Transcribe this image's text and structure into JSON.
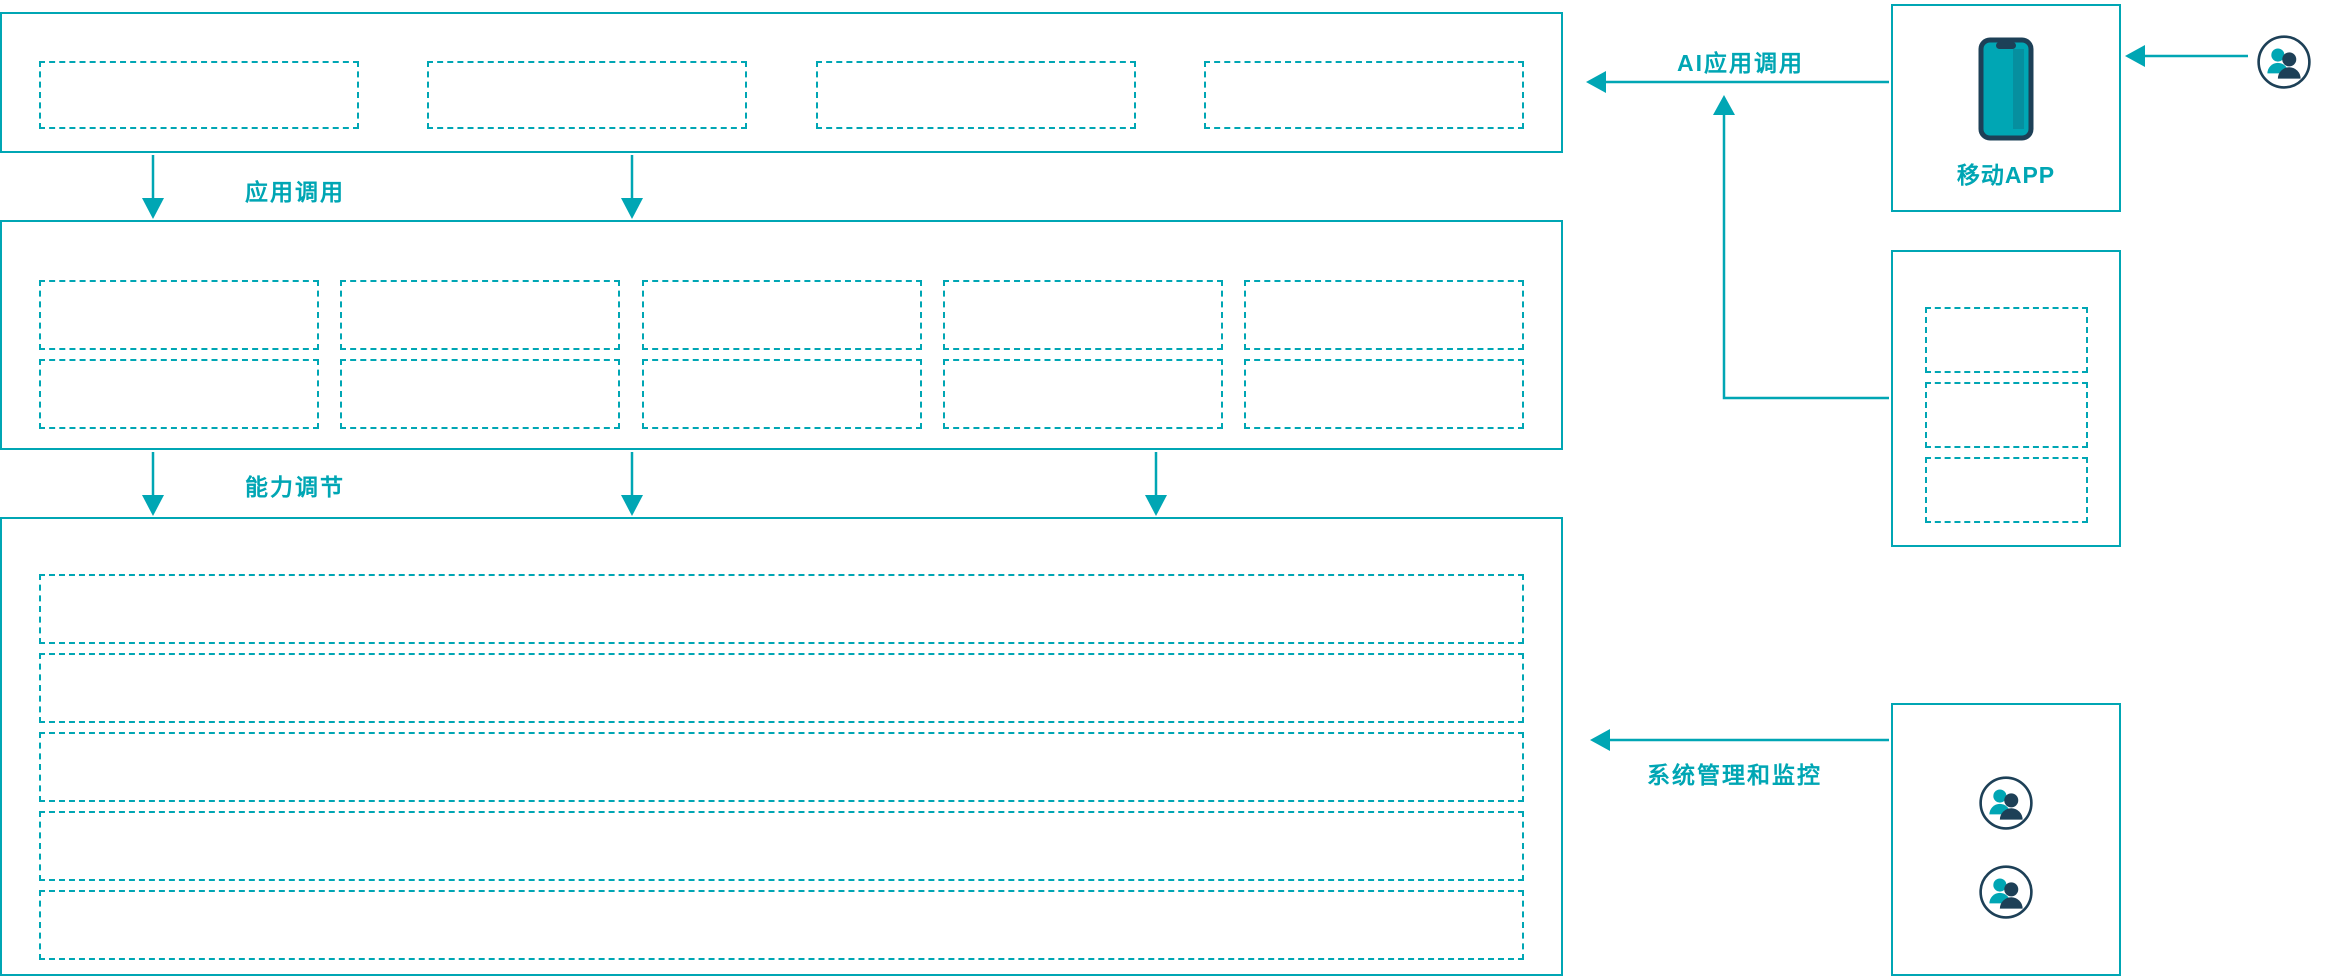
{
  "diagram": {
    "flow_labels": {
      "app_call": "应用调用",
      "capability_adjust": "能力调节"
    },
    "arrow_labels": {
      "ai_app_call": "AI应用调用",
      "system_monitor": "系统管理和监控"
    },
    "right_panel": {
      "mobile_app_label": "移动APP"
    },
    "colors": {
      "teal": "#00a6b4",
      "dark": "#1d4057"
    },
    "icons": {
      "phone": "mobile-phone-icon",
      "users": "users-icon"
    },
    "structure": {
      "top_layer_boxes": 4,
      "middle_layer_boxes": 10,
      "bottom_layer_rows": 5,
      "service_panel_boxes": 3,
      "admin_panel_user_icons": 2
    }
  }
}
